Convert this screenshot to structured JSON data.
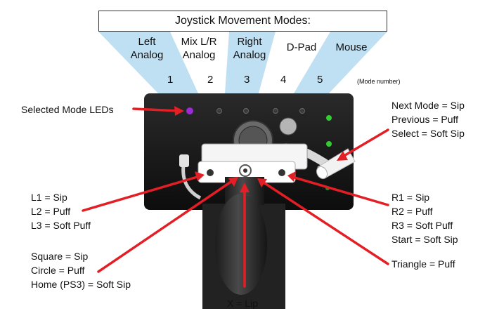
{
  "title": "Joystick Movement Modes:",
  "modes": [
    {
      "label": "Left Analog",
      "line1": "Left",
      "line2": "Analog",
      "number": "1"
    },
    {
      "label": "Mix L/R Analog",
      "line1": "Mix L/R",
      "line2": "Analog",
      "number": "2"
    },
    {
      "label": "Right Analog",
      "line1": "Right",
      "line2": "Analog",
      "number": "3"
    },
    {
      "label": "D-Pad",
      "line1": "D-Pad",
      "line2": "",
      "number": "4"
    },
    {
      "label": "Mouse",
      "line1": "Mouse",
      "line2": "",
      "number": "5"
    }
  ],
  "mode_number_caption": "(Mode number)",
  "callouts": {
    "selected_leds": "Selected Mode LEDs",
    "right_top": [
      "Next Mode = Sip",
      "Previous = Puff",
      "Select = Soft Sip"
    ],
    "left_mid": [
      "L1 = Sip",
      "L2 = Puff",
      "L3 = Soft Puff"
    ],
    "right_mid": [
      "R1 = Sip",
      "R2 = Puff",
      "R3 = Soft Puff",
      "Start = Soft Sip"
    ],
    "left_bottom": [
      "Square = Sip",
      "Circle = Puff",
      "Home (PS3) = Soft Sip"
    ],
    "triangle": "Triangle = Puff",
    "x": "X = Lip"
  },
  "colors": {
    "wedge": "#bfe0f3",
    "arrow": "#e31e24",
    "device": "#1a1a1a",
    "led_selected": "#9a2bd6",
    "led_green": "#33cc33"
  }
}
